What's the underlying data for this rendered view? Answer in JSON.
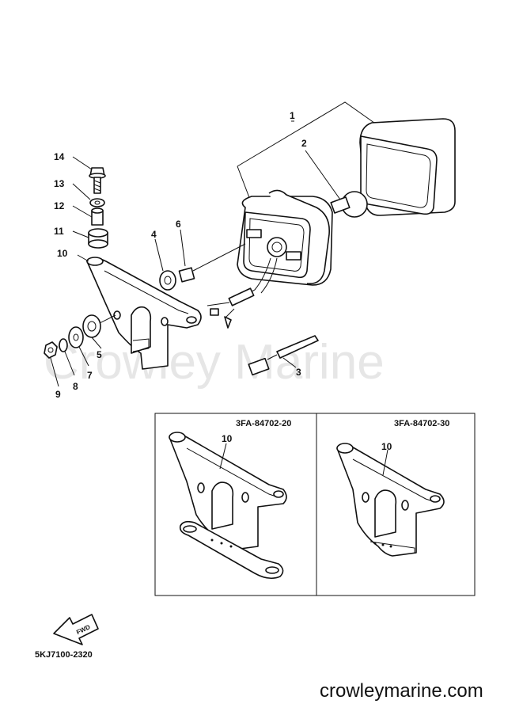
{
  "watermark": "Crowley Marine",
  "callouts": [
    "1",
    "2",
    "3",
    "4",
    "5",
    "6",
    "7",
    "8",
    "9",
    "10",
    "11",
    "12",
    "13",
    "14"
  ],
  "variants": [
    {
      "code": "3FA-84702-20",
      "callout": "10"
    },
    {
      "code": "3FA-84702-30",
      "callout": "10"
    }
  ],
  "fwd_label": "FWD",
  "diagram_code": "5KJ7100-2320",
  "site_url": "crowleymarine.com"
}
